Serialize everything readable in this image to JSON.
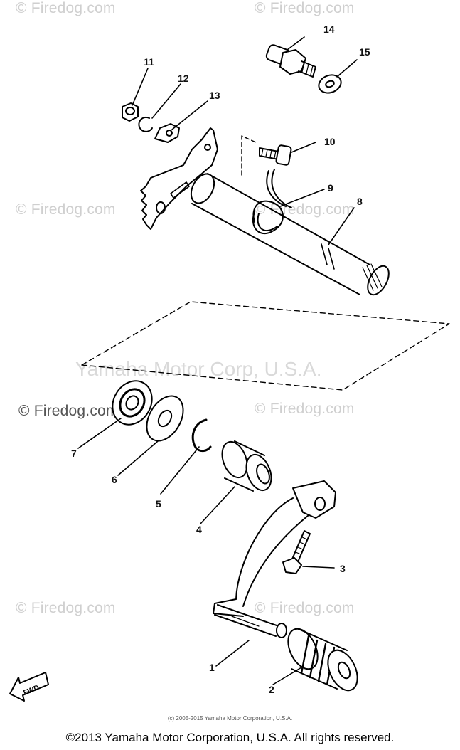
{
  "watermarks": {
    "firedog": "© Firedog.com",
    "yamaha": "Yamaha Motor Corp, U.S.A."
  },
  "callouts": [
    "1",
    "2",
    "3",
    "4",
    "5",
    "6",
    "7",
    "8",
    "9",
    "10",
    "11",
    "12",
    "13",
    "14",
    "15"
  ],
  "fwd_badge": "FWD",
  "small_copyright": "(c) 2005-2015 Yamaha Motor Corporation, U.S.A.",
  "footer_copyright": "©2013 Yamaha Motor Corporation, U.S.A. All rights reserved."
}
